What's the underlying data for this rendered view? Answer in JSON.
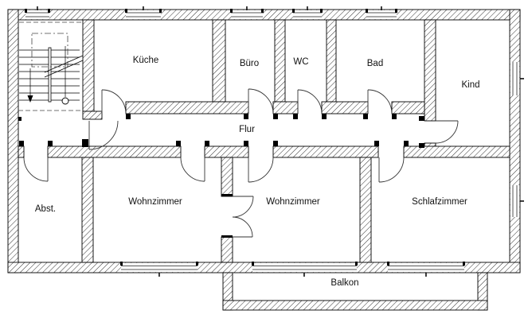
{
  "drawing": {
    "kind": "floor-plan",
    "language": "de"
  },
  "rooms": [
    {
      "id": "kueche",
      "label": "Küche"
    },
    {
      "id": "buero",
      "label": "Büro"
    },
    {
      "id": "wc",
      "label": "WC"
    },
    {
      "id": "bad",
      "label": "Bad"
    },
    {
      "id": "kind",
      "label": "Kind"
    },
    {
      "id": "flur",
      "label": "Flur"
    },
    {
      "id": "abstellraum",
      "label": "Abst."
    },
    {
      "id": "wohnzimmer-links",
      "label": "Wohnzimmer"
    },
    {
      "id": "wohnzimmer-rechts",
      "label": "Wohnzimmer"
    },
    {
      "id": "schlafzimmer",
      "label": "Schlafzimmer"
    },
    {
      "id": "balkon",
      "label": "Balkon"
    }
  ],
  "colors": {
    "wall_line": "#000000",
    "background": "#ffffff",
    "label_text": "#111111"
  }
}
